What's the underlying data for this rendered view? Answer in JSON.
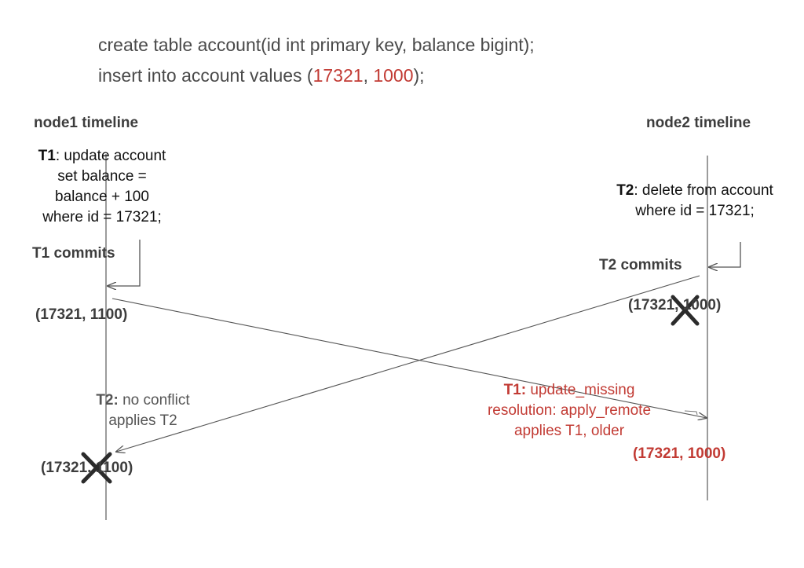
{
  "sql": {
    "line1": "create table account(id int primary key, balance bigint);",
    "line2_prefix": "insert into account values (",
    "line2_id": "17321",
    "line2_sep": ", ",
    "line2_value": "1000",
    "line2_suffix": ");"
  },
  "node1": {
    "heading": "node1 timeline",
    "t1_label": "T1",
    "t1_line1": ": update account",
    "t1_line2": "set balance =",
    "t1_line3": "balance + 100",
    "t1_line4": "where id = 17321;",
    "commit": "T1 commits",
    "tuple_after_commit": "(17321, 1100)",
    "t2_label": "T2:",
    "t2_note_line1": " no conflict",
    "t2_note_line2": "applies T2",
    "tuple_final": "(17321, 1100)"
  },
  "node2": {
    "heading": "node2 timeline",
    "t2_label": "T2",
    "t2_line1": ":  delete from account",
    "t2_line2": "where id = 17321;",
    "commit": "T2 commits",
    "tuple_after_commit": "(17321, 1000)",
    "t1_label": "T1:",
    "t1_note_line1": " update_missing",
    "t1_note_line2": "resolution: apply_remote",
    "t1_note_line3": "applies T1, older",
    "tuple_final": "(17321, 1000)"
  },
  "colors": {
    "text_dark": "#3d3d3d",
    "accent_red": "#c23b34",
    "line": "#555555",
    "cross": "#2b2b2b"
  },
  "icons": {
    "deleted_marker": "x-cross-icon"
  }
}
